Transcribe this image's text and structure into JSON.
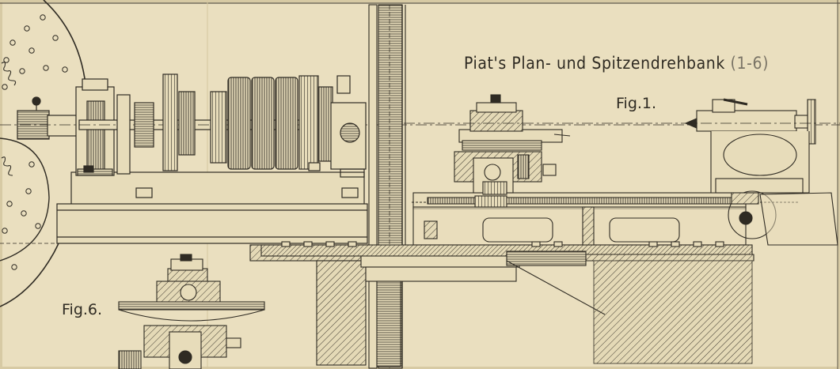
{
  "title": {
    "main": "Piat's Plan- und Spitzendrehbank",
    "range": "(1-6)"
  },
  "labels": {
    "fig1": "Fig.1.",
    "fig6": "Fig.6."
  },
  "colors": {
    "paper": "#eadfbf",
    "ink": "#2e2a22",
    "hatch": "#4a443a"
  }
}
